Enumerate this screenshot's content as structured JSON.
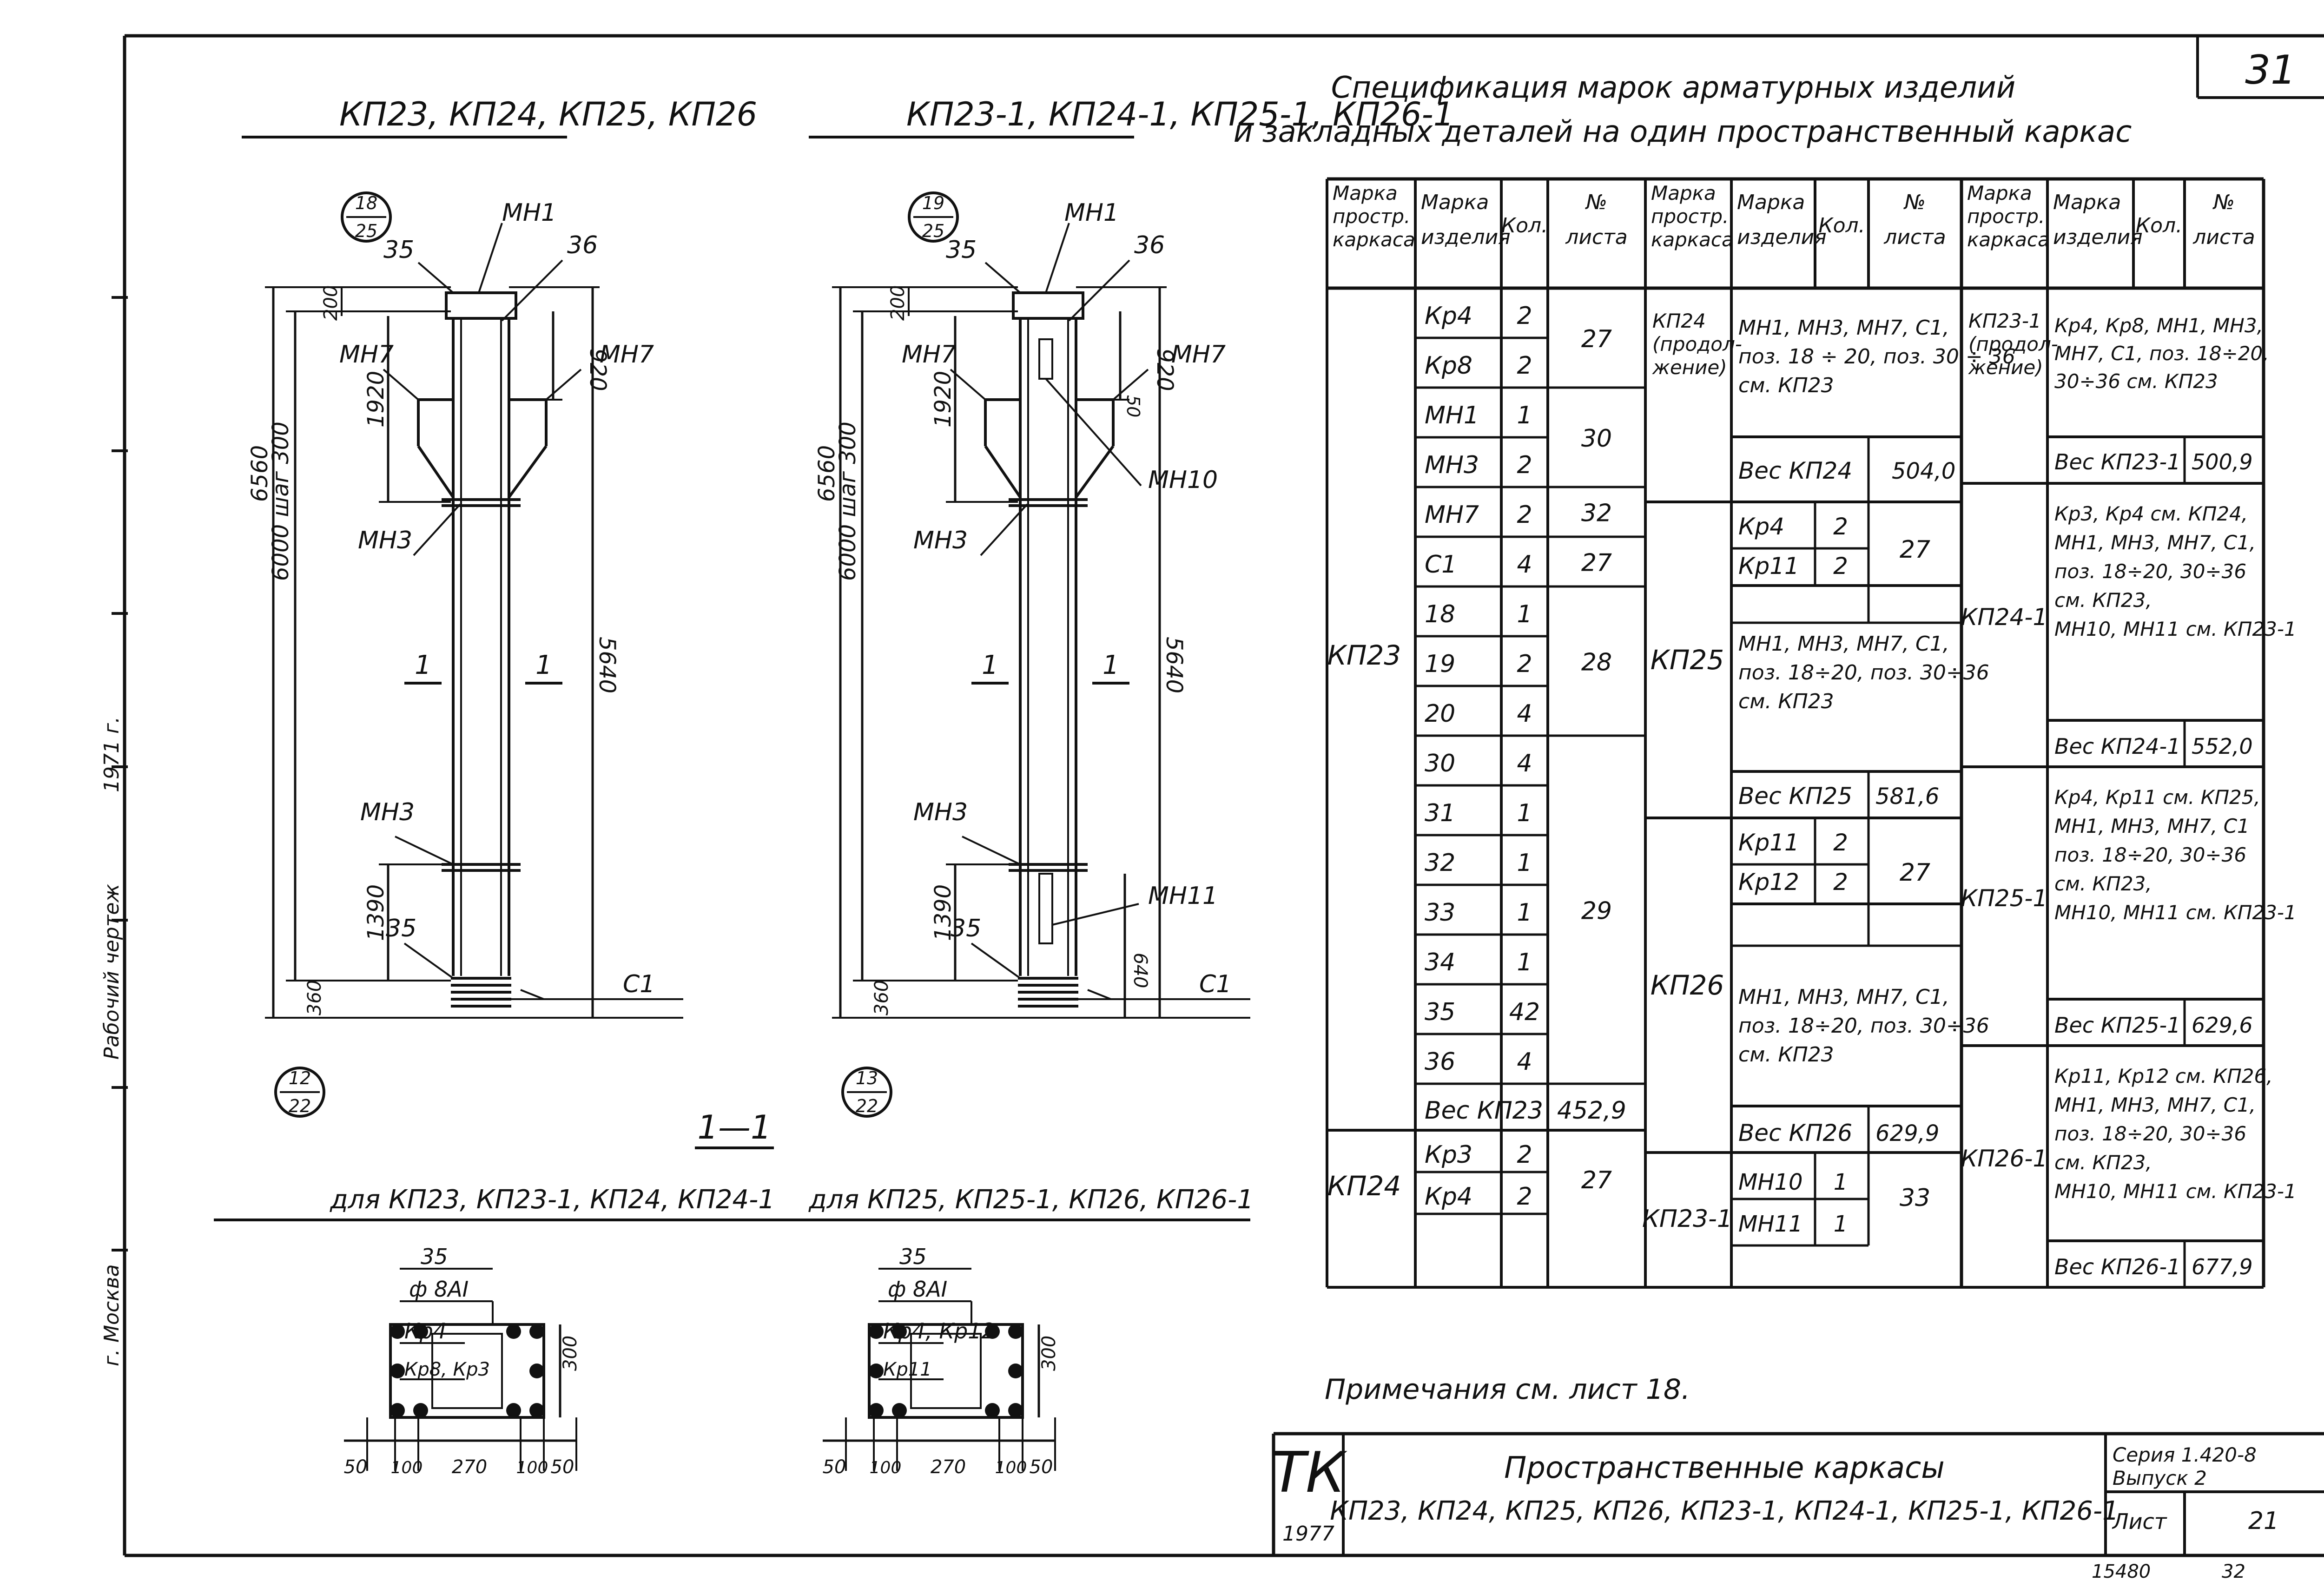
{
  "sheet_no": "31",
  "side_texts": [
    "1971 г.",
    "Рабочий чертеж",
    "г. Москва"
  ],
  "frames": {
    "left": {
      "title": "КП23, КП24, КП25, КП26",
      "callout_top": [
        "18",
        "25"
      ],
      "callout_bottom": [
        "12",
        "22"
      ],
      "labels": [
        "МН1",
        "35",
        "36",
        "МН7",
        "МН7",
        "МН3",
        "МН3",
        "35",
        "С1"
      ],
      "dims": [
        "200",
        "1920",
        "6560",
        "6000 шаг 300",
        "1390",
        "360",
        "920",
        "5640"
      ],
      "section_marks": [
        "1",
        "1"
      ]
    },
    "right": {
      "title": "КП23-1, КП24-1, КП25-1, КП26-1",
      "callout_top": [
        "19",
        "25"
      ],
      "callout_bottom": [
        "13",
        "22"
      ],
      "labels": [
        "МН1",
        "35",
        "36",
        "МН7",
        "МН7",
        "МН10",
        "МН3",
        "МН3",
        "МН11",
        "35",
        "С1"
      ],
      "dims": [
        "200",
        "1920",
        "6560",
        "6000 шаг 300",
        "1390",
        "360",
        "920",
        "50",
        "5640",
        "640"
      ],
      "section_marks": [
        "1",
        "1"
      ]
    }
  },
  "section": {
    "title": "1—1",
    "left": {
      "caption": "для КП23, КП23-1, КП24, КП24-1",
      "labels": [
        "35",
        "ф 8АI",
        "Кр4",
        "Кр8, Кр3"
      ],
      "dims": [
        "50",
        "100",
        "270",
        "100",
        "50",
        "300"
      ]
    },
    "right": {
      "caption": "для КП25, КП25-1, КП26, КП26-1",
      "labels": [
        "35",
        "ф 8АI",
        "Кр4, Кр12",
        "Кр11"
      ],
      "dims": [
        "50",
        "100",
        "270",
        "100",
        "50",
        "300"
      ]
    }
  },
  "spec": {
    "title_lines": [
      "Спецификация марок арматурных изделий",
      "и закладных деталей на один пространственный каркас"
    ],
    "headers": [
      "Марка простр. каркаса",
      "Марка изделия",
      "Кол.",
      "№ листа"
    ],
    "col1": {
      "kp23": "КП23",
      "kp23_rows": [
        [
          "Кр4",
          "2"
        ],
        [
          "Кр8",
          "2"
        ],
        [
          "МН1",
          "1"
        ],
        [
          "МН3",
          "2"
        ],
        [
          "МН7",
          "2"
        ],
        [
          "С1",
          "4"
        ],
        [
          "18",
          "1"
        ],
        [
          "19",
          "2"
        ],
        [
          "20",
          "4"
        ],
        [
          "30",
          "4"
        ],
        [
          "31",
          "1"
        ],
        [
          "32",
          "1"
        ],
        [
          "33",
          "1"
        ],
        [
          "34",
          "1"
        ],
        [
          "35",
          "42"
        ],
        [
          "36",
          "4"
        ]
      ],
      "kp23_sheets": [
        "27",
        "30",
        "32",
        "27",
        "28",
        "29"
      ],
      "kp23_weight_label": "Вес КП23",
      "kp23_weight": "452,9",
      "kp24": "КП24",
      "kp24_rows": [
        [
          "Кр3",
          "2"
        ],
        [
          "Кр4",
          "2"
        ]
      ],
      "kp24_sheet": "27"
    },
    "col2": {
      "kp24_cont": "КП24 (продол- жение)",
      "kp24_note": [
        "МН1, МН3, МН7, С1,",
        "поз. 18 ÷ 20, поз. 30 ÷ 36",
        "см. КП23"
      ],
      "kp24_weight_label": "Вес КП24",
      "kp24_weight": "504,0",
      "kp25": "КП25",
      "kp25_rows": [
        [
          "Кр4",
          "2"
        ],
        [
          "Кр11",
          "2"
        ]
      ],
      "kp25_sheet": "27",
      "kp25_note": [
        "МН1, МН3, МН7, С1,",
        "поз. 18÷20, поз. 30÷36",
        "см. КП23"
      ],
      "kp25_weight_label": "Вес КП25",
      "kp25_weight": "581,6",
      "kp26": "КП26",
      "kp26_rows": [
        [
          "Кр11",
          "2"
        ],
        [
          "Кр12",
          "2"
        ]
      ],
      "kp26_sheet": "27",
      "kp26_note": [
        "МН1, МН3, МН7, С1,",
        "поз. 18÷20, поз. 30÷36",
        "см. КП23"
      ],
      "kp26_weight_label": "Вес КП26",
      "kp26_weight": "629,9",
      "kp231": "КП23-1",
      "kp231_rows": [
        [
          "МН10",
          "1"
        ],
        [
          "МН11",
          "1"
        ]
      ],
      "kp231_sheet": "33"
    },
    "col3": {
      "kp231_cont": "КП23-1 (продол- жение)",
      "kp231_note": [
        "Кр4, Кр8, МН1, МН3,",
        "МН7, С1, поз. 18÷20,",
        "30÷36 см. КП23"
      ],
      "kp231_weight_label": "Вес КП23-1",
      "kp231_weight": "500,9",
      "kp241": "КП24-1",
      "kp241_note": [
        "Кр3, Кр4 см. КП24,",
        "МН1, МН3, МН7, С1,",
        "поз. 18÷20, 30÷36",
        "см. КП23,",
        "МН10, МН11 см. КП23-1"
      ],
      "kp241_weight_label": "Вес КП24-1",
      "kp241_weight": "552,0",
      "kp251": "КП25-1",
      "kp251_note": [
        "Кр4, Кр11 см. КП25,",
        "МН1, МН3, МН7, С1",
        "поз. 18÷20, 30÷36",
        "см. КП23,",
        "МН10, МН11 см. КП23-1"
      ],
      "kp251_weight_label": "Вес КП25-1",
      "kp251_weight": "629,6",
      "kp261": "КП26-1",
      "kp261_note": [
        "Кр11, Кр12 см. КП26,",
        "МН1, МН3, МН7, С1,",
        "поз. 18÷20, 30÷36",
        "см. КП23,",
        "МН10, МН11 см. КП23-1"
      ],
      "kp261_weight_label": "Вес КП26-1",
      "kp261_weight": "677,9"
    }
  },
  "notes": "Примечания см. лист 18.",
  "stamp": {
    "logo": "ТК",
    "year": "1977",
    "title": "Пространственные каркасы",
    "subtitle": "КП23, КП24, КП25, КП26, КП23-1, КП24-1, КП25-1, КП26-1",
    "series_label": "Серия 1.420-8",
    "issue_label": "Выпуск 2",
    "sheet_label": "Лист",
    "sheet_value": "21"
  },
  "footer": [
    "15480",
    "32"
  ]
}
